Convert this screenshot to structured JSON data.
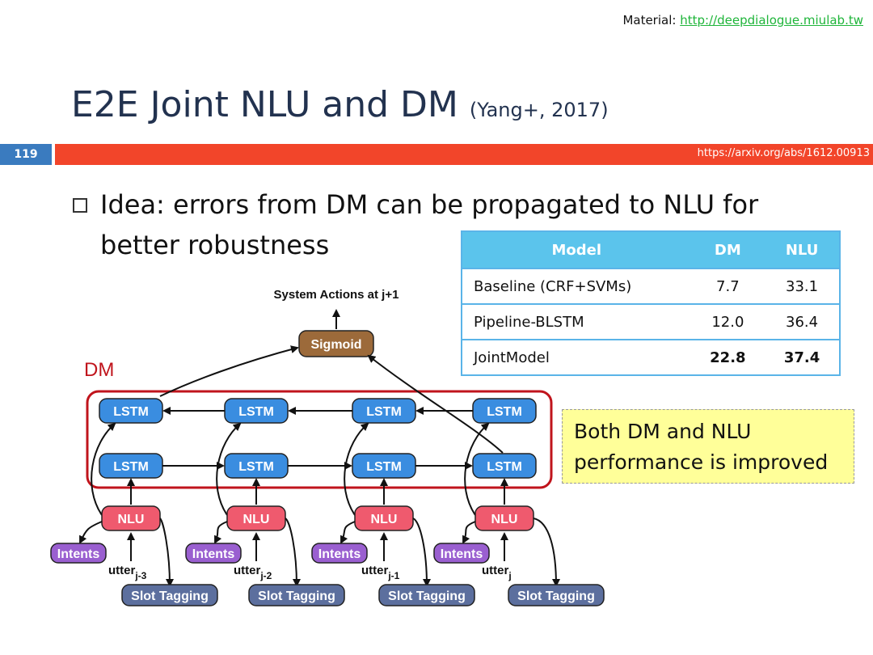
{
  "header": {
    "material_label": "Material: ",
    "material_link": "http://deepdialogue.miulab.tw",
    "title": "E2E Joint NLU and DM",
    "citation": "(Yang+, 2017)",
    "page_number": "119",
    "arxiv_link": "https://arxiv.org/abs/1612.00913"
  },
  "bullet": {
    "text": "Idea: errors from DM can be propagated to NLU for better robustness"
  },
  "table": {
    "headers": [
      "Model",
      "DM",
      "NLU"
    ],
    "rows": [
      [
        "Baseline (CRF+SVMs)",
        "7.7",
        "33.1"
      ],
      [
        "Pipeline-BLSTM",
        "12.0",
        "36.4"
      ],
      [
        "JointModel",
        "22.8",
        "37.4"
      ]
    ]
  },
  "note": {
    "text": "Both DM and NLU performance is improved"
  },
  "diagram": {
    "dm_label": "DM",
    "system_actions": "System Actions at j+1",
    "sigmoid": "Sigmoid",
    "lstm": "LSTM",
    "nlu": "NLU",
    "intents": "Intents",
    "slot_tagging": "Slot Tagging",
    "utter": "utter",
    "utter_subs": [
      "j-3",
      "j-2",
      "j-1",
      "j"
    ],
    "colors": {
      "lstm": "#3a8de0",
      "nlu": "#ef5a6e",
      "intents": "#9a5fd0",
      "slot": "#5c6f9e",
      "sigmoid": "#9c6a3a",
      "dm_box": "#c0141c"
    }
  }
}
